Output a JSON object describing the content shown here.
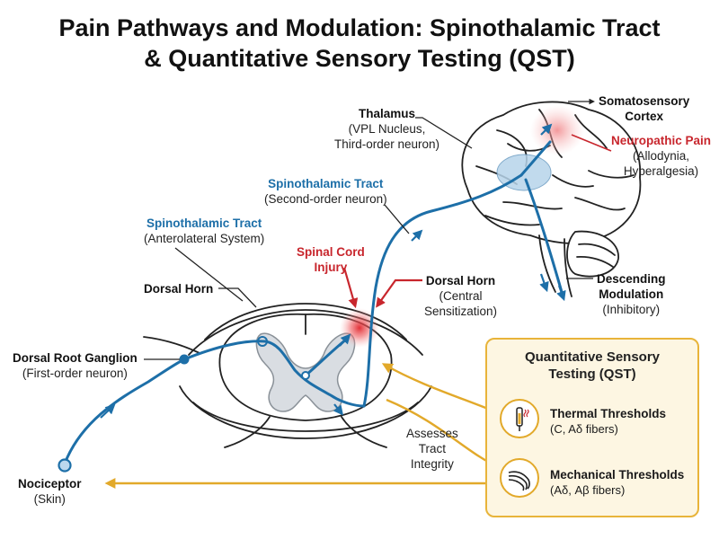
{
  "title": {
    "line1": "Pain Pathways and Modulation: Spinothalamic Tract",
    "line2": "& Quantitative Sensory Testing (QST)"
  },
  "labels": {
    "thalamus": {
      "bold": "Thalamus",
      "line2": "(VPL Nucleus,",
      "line3": "Third-order neuron)"
    },
    "somatosensory": {
      "bold1": "Somatosensory",
      "bold2": "Cortex"
    },
    "neuropathic": {
      "bold": "Neuropathic Pain",
      "line2": "(Allodynia,",
      "line3": "Hyperalgesia)"
    },
    "stt_second": {
      "bold": "Spinothalamic Tract",
      "line2": "(Second-order neuron)"
    },
    "stt_anterolateral": {
      "bold": "Spinothalamic Tract",
      "line2": "(Anterolateral System)"
    },
    "sci": {
      "bold1": "Spinal Cord",
      "bold2": "Injury"
    },
    "dorsal_horn_central": {
      "bold": "Dorsal Horn",
      "line2": "(Central",
      "line3": "Sensitization)"
    },
    "descending": {
      "bold1": "Descending",
      "bold2": "Modulation",
      "line3": "(Inhibitory)"
    },
    "dorsal_horn": {
      "bold": "Dorsal Horn"
    },
    "drg": {
      "bold": "Dorsal Root Ganglion",
      "line2": "(First-order neuron)"
    },
    "assesses": {
      "line1": "Assesses",
      "line2": "Tract",
      "line3": "Integrity"
    },
    "nociceptor": {
      "bold": "Nociceptor",
      "line2": "(Skin)"
    }
  },
  "qst": {
    "title1": "Quantitative Sensory",
    "title2": "Testing (QST)",
    "thermal": {
      "bold": "Thermal Thresholds",
      "line2": "(C, Aδ fibers)",
      "icon": "thermal-probe-icon"
    },
    "mechanical": {
      "bold": "Mechanical Thresholds",
      "line2": "(Aδ, Aβ fibers)",
      "icon": "von-frey-filament-icon"
    }
  },
  "colors": {
    "pathway_blue": "#1d6fa8",
    "label_blue": "#1d6fa8",
    "injury_red": "#c8262d",
    "qst_gold": "#e8b43a",
    "gray_matter": "#d9dde2"
  }
}
